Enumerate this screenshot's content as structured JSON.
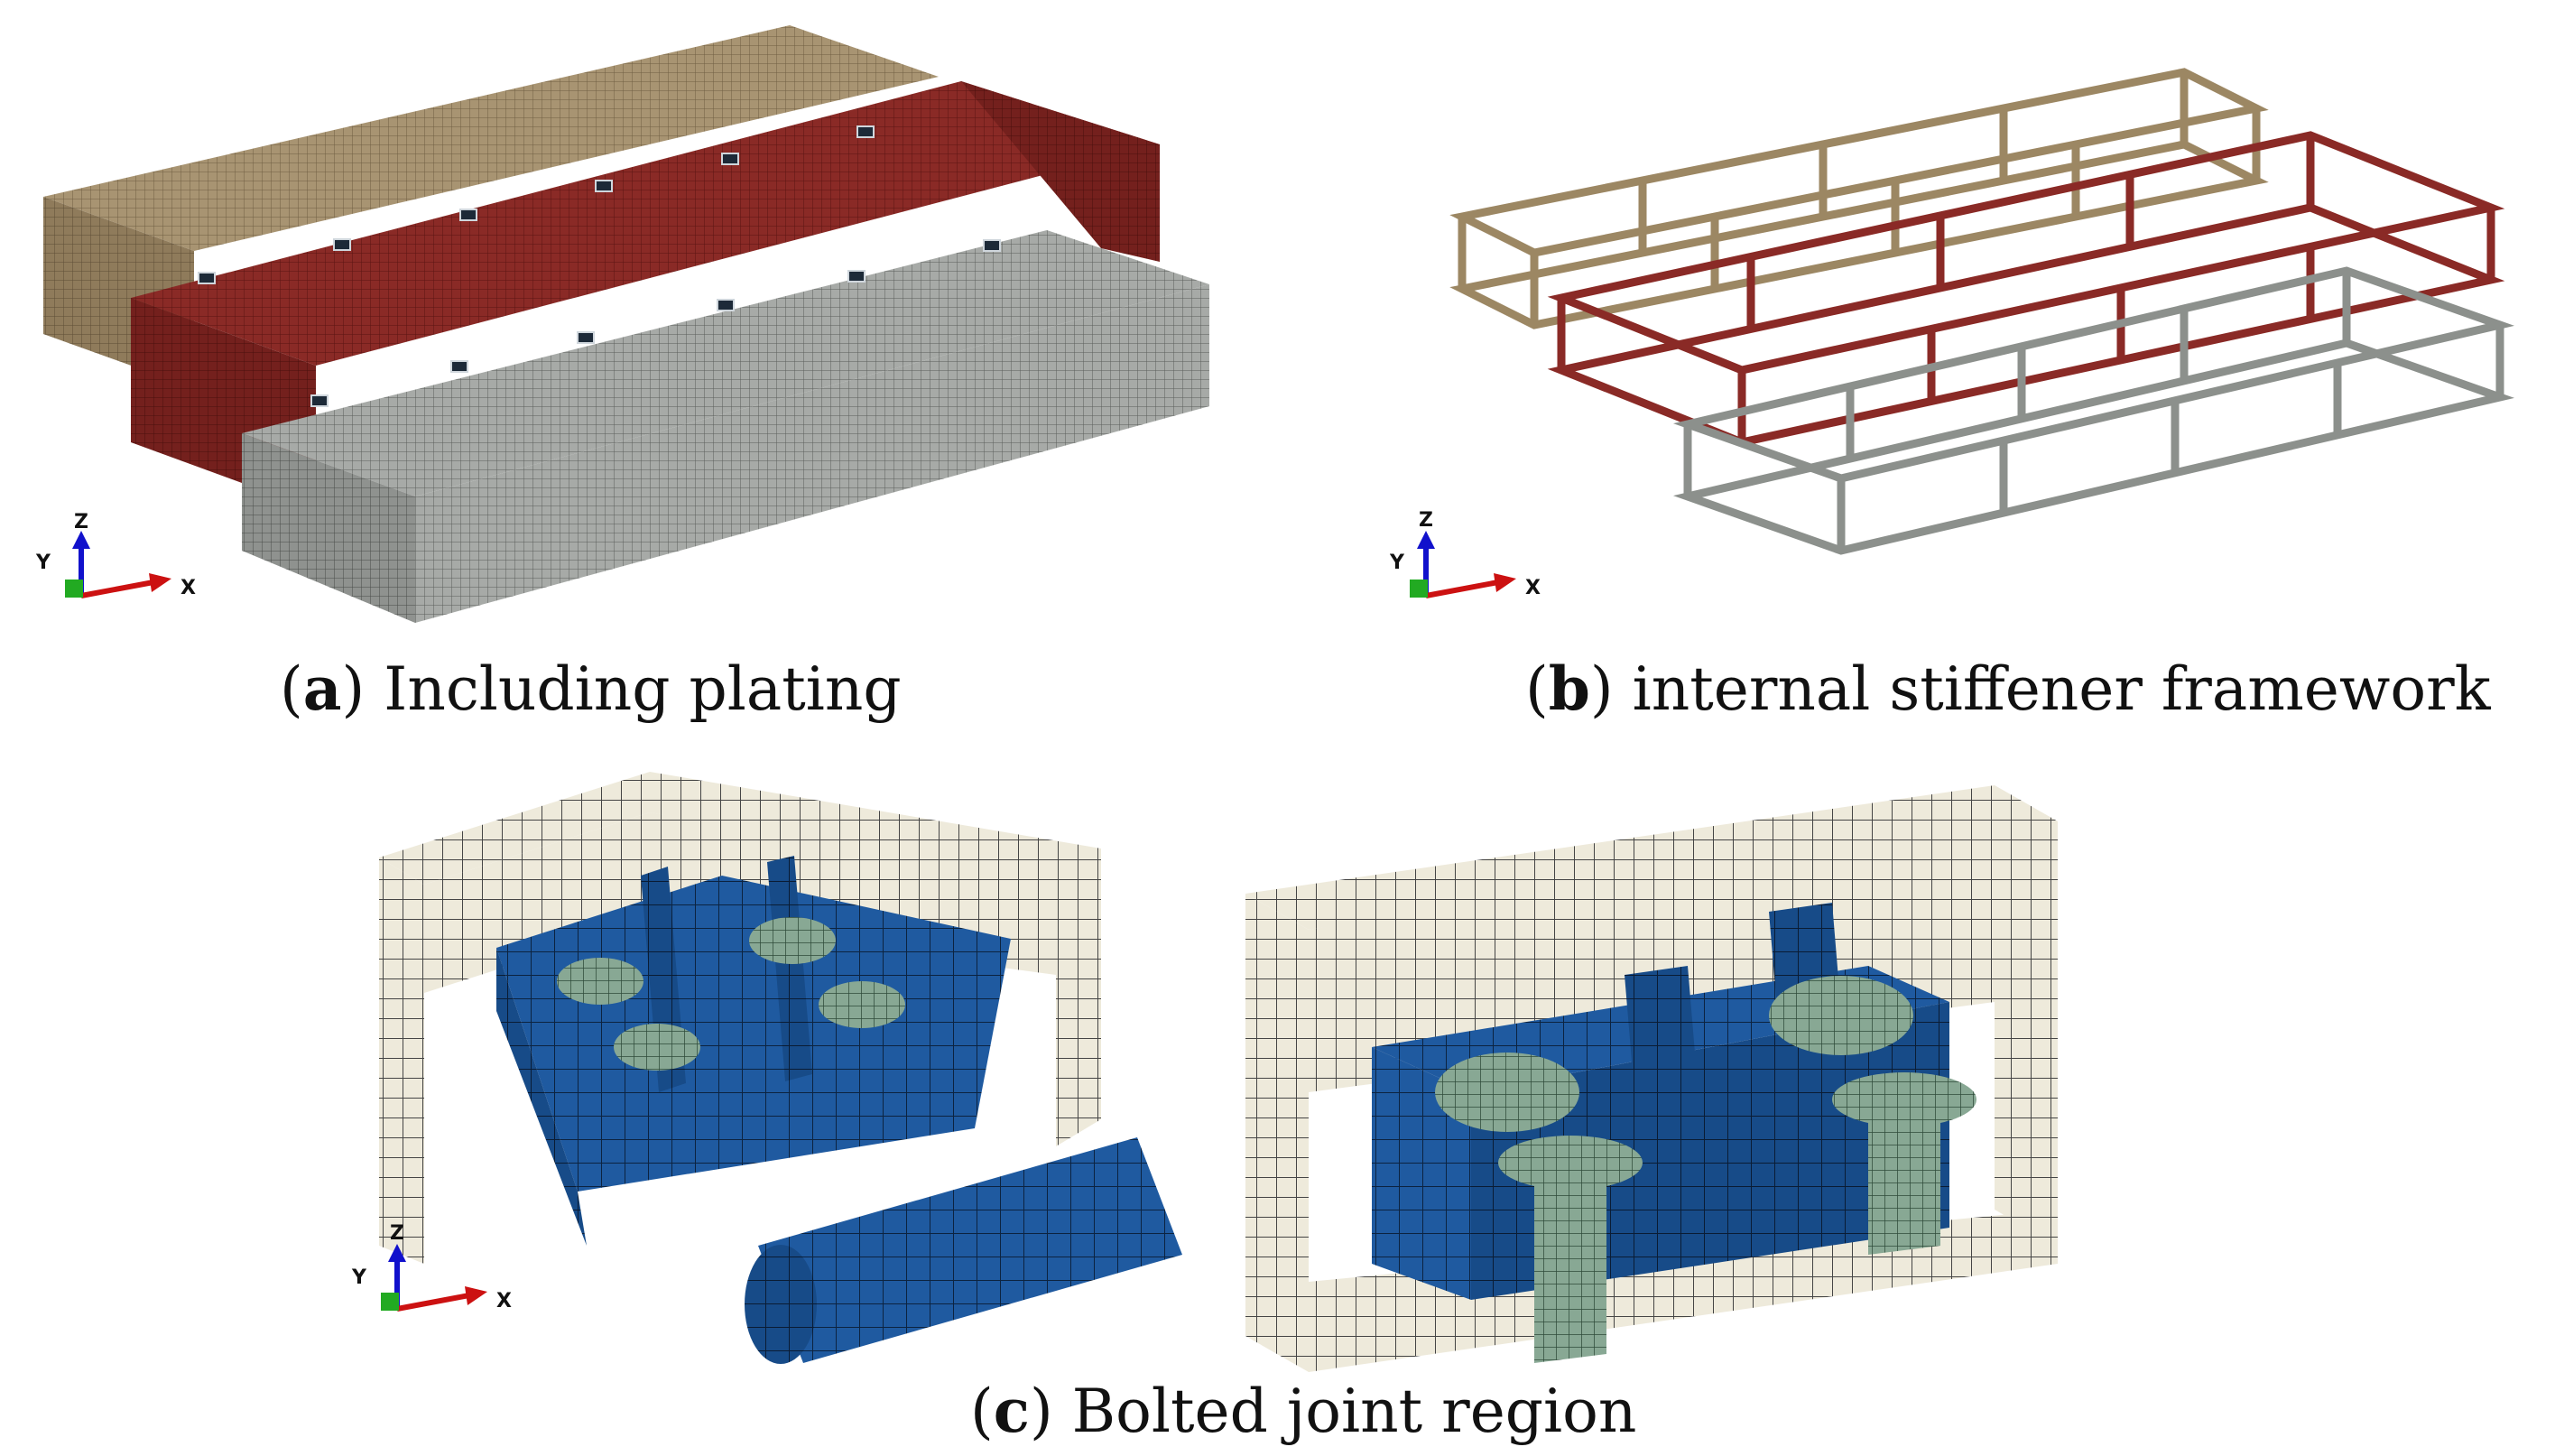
{
  "figure": {
    "panel_a": {
      "letter": "a",
      "caption": "Including plating"
    },
    "panel_b": {
      "letter": "b",
      "caption": "internal stiffener framework"
    },
    "panel_c": {
      "letter": "c",
      "caption": "Bolted joint region"
    },
    "triad": {
      "z": "Z",
      "y": "Y",
      "x": "X"
    },
    "colors": {
      "tan_module": "#a89472",
      "red_module": "#8a2a26",
      "grey_module": "#a7aaa7",
      "blue_part": "#1f5aa0",
      "bolt_green": "#88a894",
      "frame_white": "#eeeadb",
      "axis_z": "#1111cc",
      "axis_x": "#cc1111",
      "axis_y": "#22aa22"
    }
  }
}
